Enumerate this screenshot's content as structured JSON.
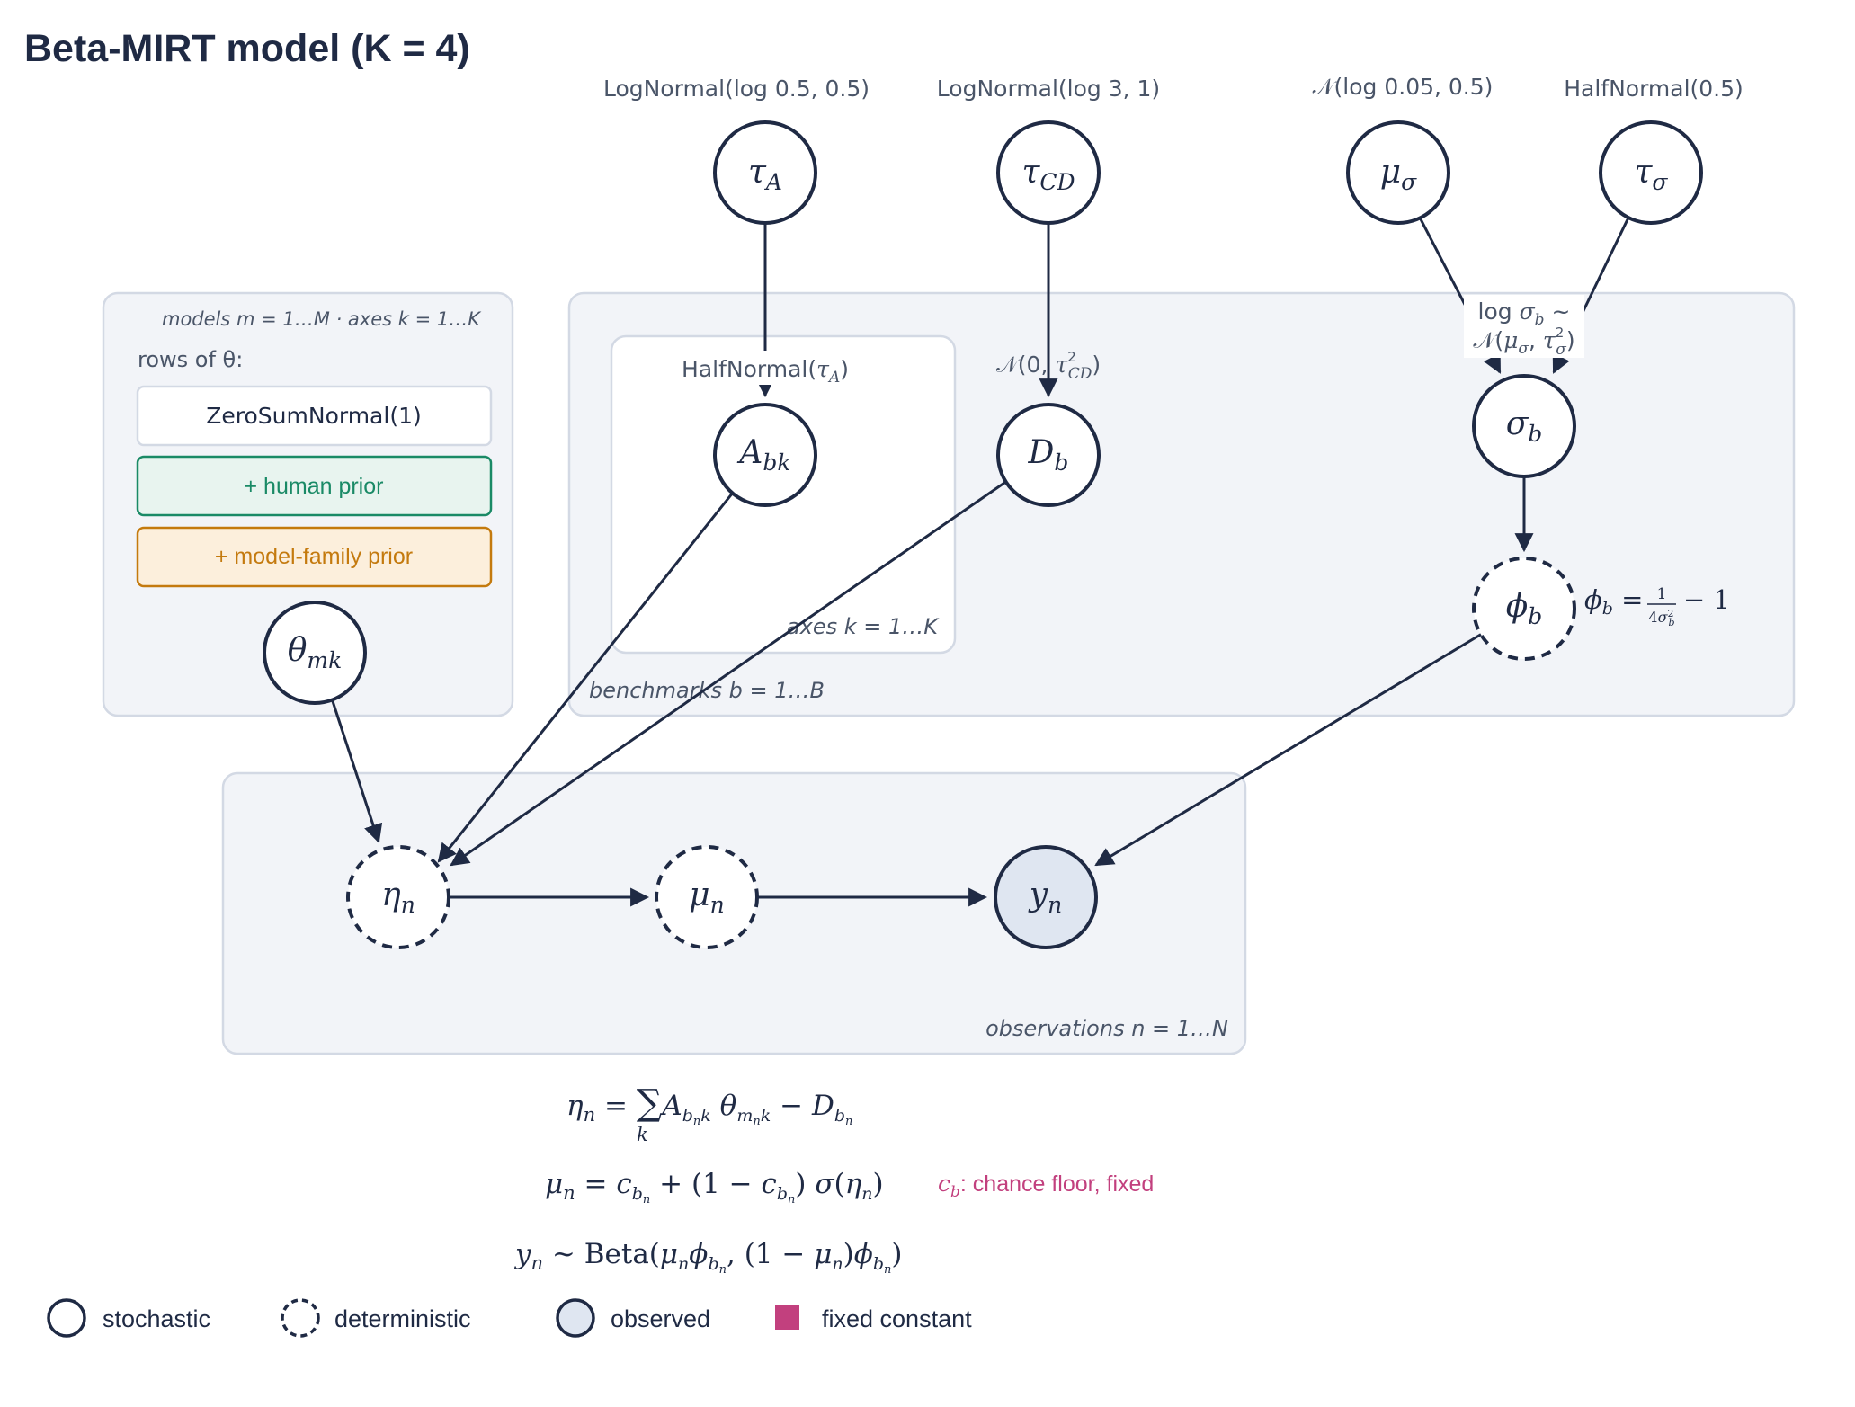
{
  "title": "Beta-MIRT model  (K = 4)",
  "colors": {
    "ink": "#1f2a44",
    "plate_fill": "#f2f4f8",
    "observed_fill": "#dfe6f1",
    "human_prior": "#1a8a66",
    "model_family_prior": "#c47a0e",
    "fixed_constant": "#c2407e"
  },
  "hyperpriors": {
    "tau_A": "LogNormal(log 0.5,  0.5)",
    "tau_CD": "LogNormal(log 3,  1)",
    "mu_sigma": "𝒩(log 0.05,  0.5)",
    "tau_sigma": "HalfNormal(0.5)"
  },
  "nodes": {
    "tau_A": {
      "base": "τ",
      "sub": "A"
    },
    "tau_CD": {
      "base": "τ",
      "sub": "CD"
    },
    "mu_sigma": {
      "base": "μ",
      "sub": "σ"
    },
    "tau_sigma": {
      "base": "τ",
      "sub": "σ"
    },
    "A": {
      "base": "A",
      "sub": "bk"
    },
    "D": {
      "base": "D",
      "sub": "b"
    },
    "sigma": {
      "base": "σ",
      "sub": "b"
    },
    "phi": {
      "base": "ϕ",
      "sub": "b"
    },
    "theta": {
      "base": "θ",
      "sub": "mk"
    },
    "eta": {
      "base": "η",
      "sub": "n"
    },
    "mu": {
      "base": "μ",
      "sub": "n"
    },
    "y": {
      "base": "y",
      "sub": "n"
    }
  },
  "edge_labels": {
    "A_prior": "HalfNormal(τ_A)",
    "D_prior": "𝒩(0,  τ²_CD)",
    "sigma_prior_line1": "log σ_b ~",
    "sigma_prior_line2": "𝒩(μ_σ,  τ²_σ)",
    "phi_def": "ϕ_b = 1/(4σ²_b) − 1"
  },
  "plates": {
    "models": "models  m = 1…M  ·  axes  k = 1…K",
    "axes": "axes  k = 1…K",
    "benchmarks": "benchmarks  b = 1…B",
    "observations": "observations  n = 1…N"
  },
  "theta_rows": {
    "label": "rows of θ:",
    "items": [
      "ZeroSumNormal(1)",
      "+  human prior",
      "+  model-family prior"
    ]
  },
  "equations": {
    "eta": "η_n = Σ_k A_{b_n k} θ_{m_n k} − D_{b_n}",
    "mu": "μ_n = c_{b_n} + (1 − c_{b_n}) σ(η_n)",
    "y": "y_n ~ Beta(μ_n ϕ_{b_n},  (1 − μ_n) ϕ_{b_n})",
    "chance_note": "c_b: chance floor, fixed"
  },
  "legend": {
    "stochastic": "stochastic",
    "deterministic": "deterministic",
    "observed": "observed",
    "fixed_constant": "fixed constant"
  }
}
